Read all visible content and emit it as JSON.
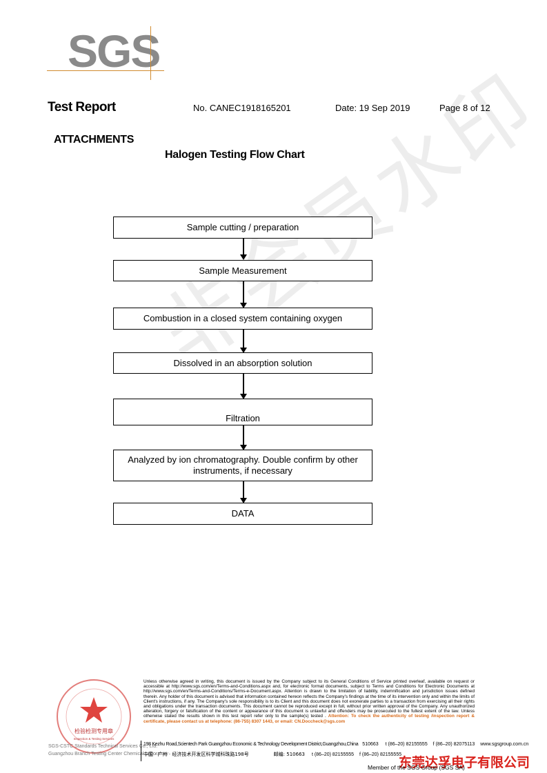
{
  "logo": {
    "text": "SGS"
  },
  "header": {
    "title": "Test Report",
    "report_no": "No. CANEC1918165201",
    "date": "Date: 19 Sep 2019",
    "page": "Page 8 of 12"
  },
  "section_title": "ATTACHMENTS",
  "chart_title": "Halogen Testing Flow Chart",
  "flow_steps": [
    {
      "lines": [
        "Sample cutting / preparation"
      ]
    },
    {
      "lines": [
        "Sample Measurement"
      ]
    },
    {
      "lines": [
        "Combustion in a closed system containing oxygen"
      ]
    },
    {
      "lines": [
        "Dissolved in an absorption solution"
      ]
    },
    {
      "lines": [
        "Filtration"
      ]
    },
    {
      "lines": [
        "Analyzed by ion chromatography. Double confirm by other",
        "instruments, if necessary"
      ]
    },
    {
      "lines": [
        "DATA"
      ]
    }
  ],
  "watermark": "非会员水印",
  "footer": {
    "disclaimer": "Unless otherwise agreed in writing, this document is issued by the Company subject to its General Conditions of Service printed overleaf, available on request or accessible at http://www.sgs.com/en/Terms-and-Conditions.aspx and, for electronic format documents, subject to Terms and Conditions for Electronic Documents at http://www.sgs.com/en/Terms-and-Conditions/Terms-e-Document.aspx. Attention is drawn to the limitation of liability, indemnification and jurisdiction issues defined therein. Any holder of this document is advised that information contained hereon reflects the Company's findings at the time of its intervention only and within the limits of Client's instructions, if any. The Company's sole responsibility is to its Client and this document does not exonerate parties to a transaction from exercising all their rights and obligations under the transaction documents. This document cannot be reproduced except in full, without prior written approval of the Company. Any unauthorized alteration, forgery or falsification of the content or appearance of this document is unlawful and offenders may be prosecuted to the fullest extent of the law. Unless otherwise stated the results shown in this test report refer only to the sample(s) tested .",
    "attention": "Attention: To check the authenticity of testing /inspection report & certificate, please contact us at telephone: (86-755) 8307 1443, or email: CN.Doccheck@sgs.com",
    "address_en": "198 Kezhu Road,Scientech Park Guangzhou Economic & Technology Development District,Guangzhou,China",
    "address_cn": "中国 · 广州 · 经济技术开发区科学城科珠路198号",
    "postcode_en": "510663",
    "postcode_cn": "邮编: 510663",
    "tel": "t (86–20) 82155555",
    "fax_en": "f (86–20) 82075113",
    "fax_cn": "f (86–20) 82155555",
    "web": "www.sgsgroup.com.cn",
    "lab_line1": "SGS-CSTC Standards Technical Services Co., Ltd.",
    "lab_line2": "Guangzhou Branch Testing Center Chemical Laboratory",
    "stamp_text": "检验检测专用章",
    "stamp_sub": "Inspection & Testing Services",
    "member": "Member of the SGS Group (SGS SA)"
  },
  "red_watermark": "东莞达孚电子有限公司"
}
